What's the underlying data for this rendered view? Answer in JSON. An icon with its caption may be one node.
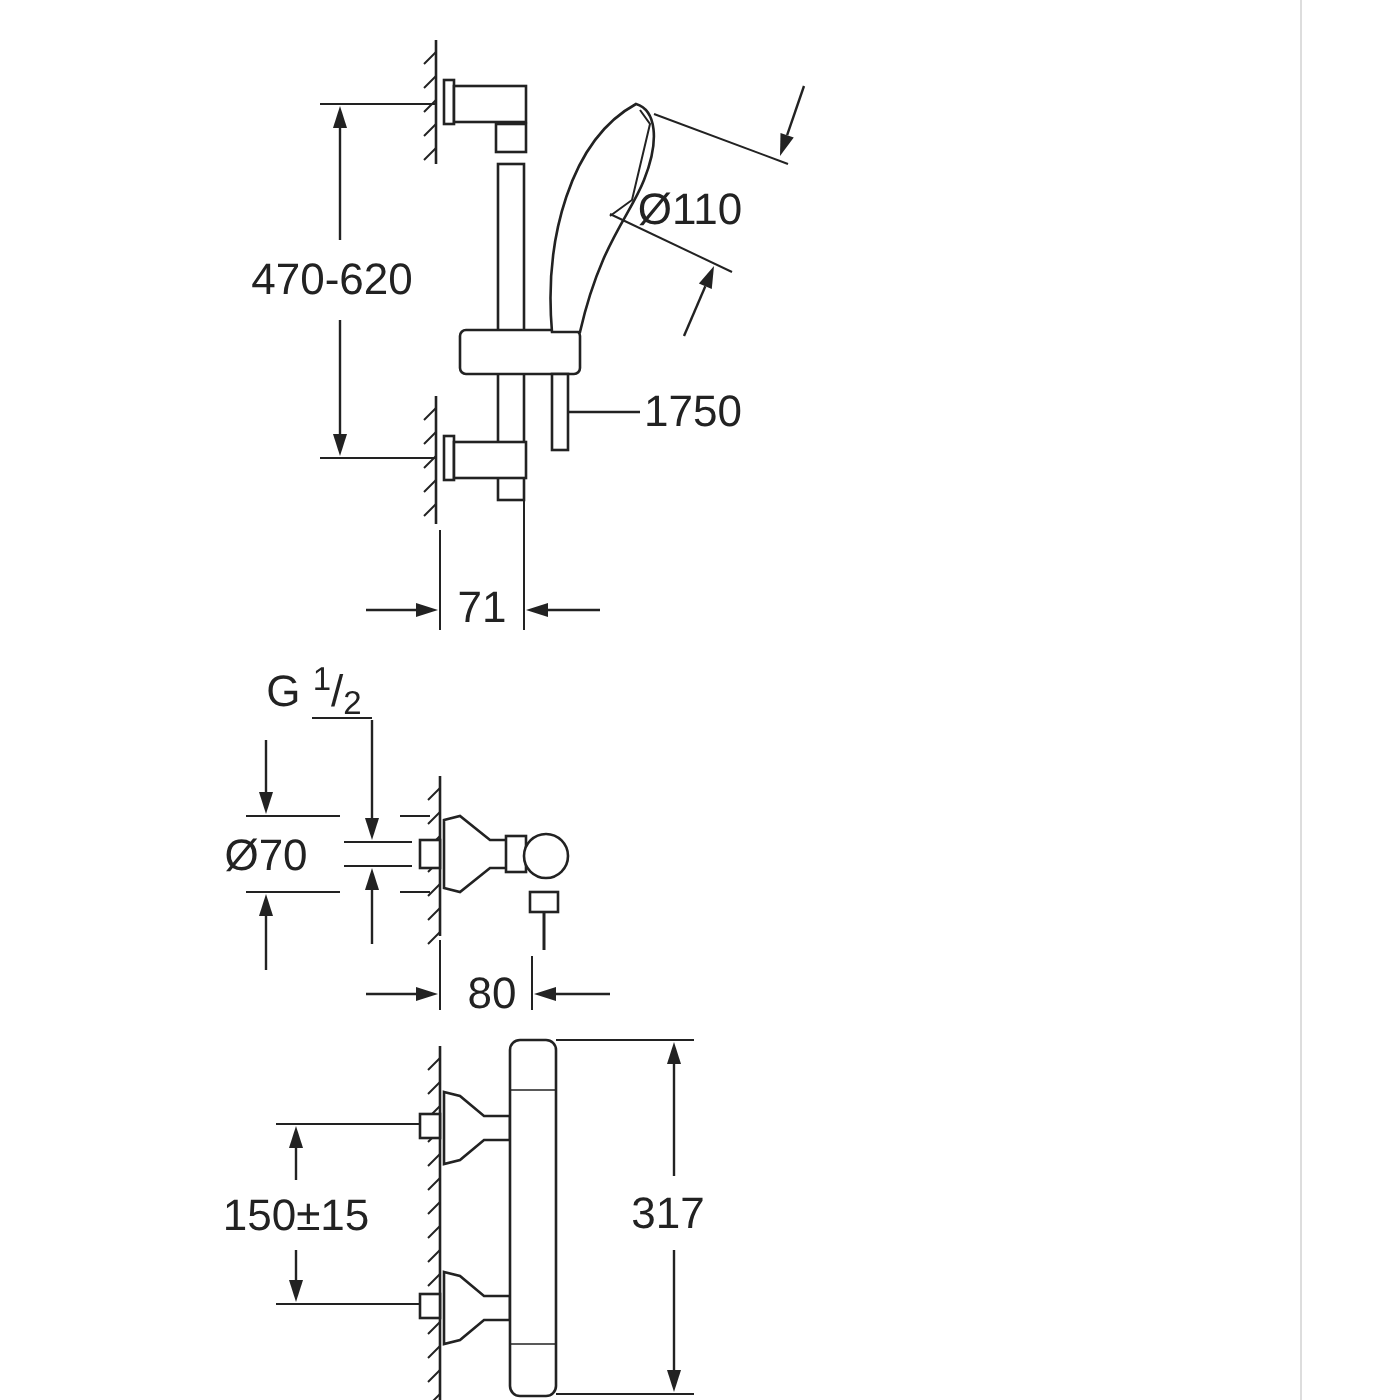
{
  "diagram": {
    "nodes": [
      {
        "text": [
          "1750"
        ]
      },
      {
        "text": [],
        "shape": "bar"
      }
    ],
    "edges": [
      {
        "from": 0,
        "to": 1,
        "arrow": "none"
      }
    ],
    "labels": [
      "470-620",
      "Ø110",
      "71",
      "G $^{1}$/$_{2}$",
      "Ø70",
      "80",
      "150±15",
      "317"
    ]
  }
}
